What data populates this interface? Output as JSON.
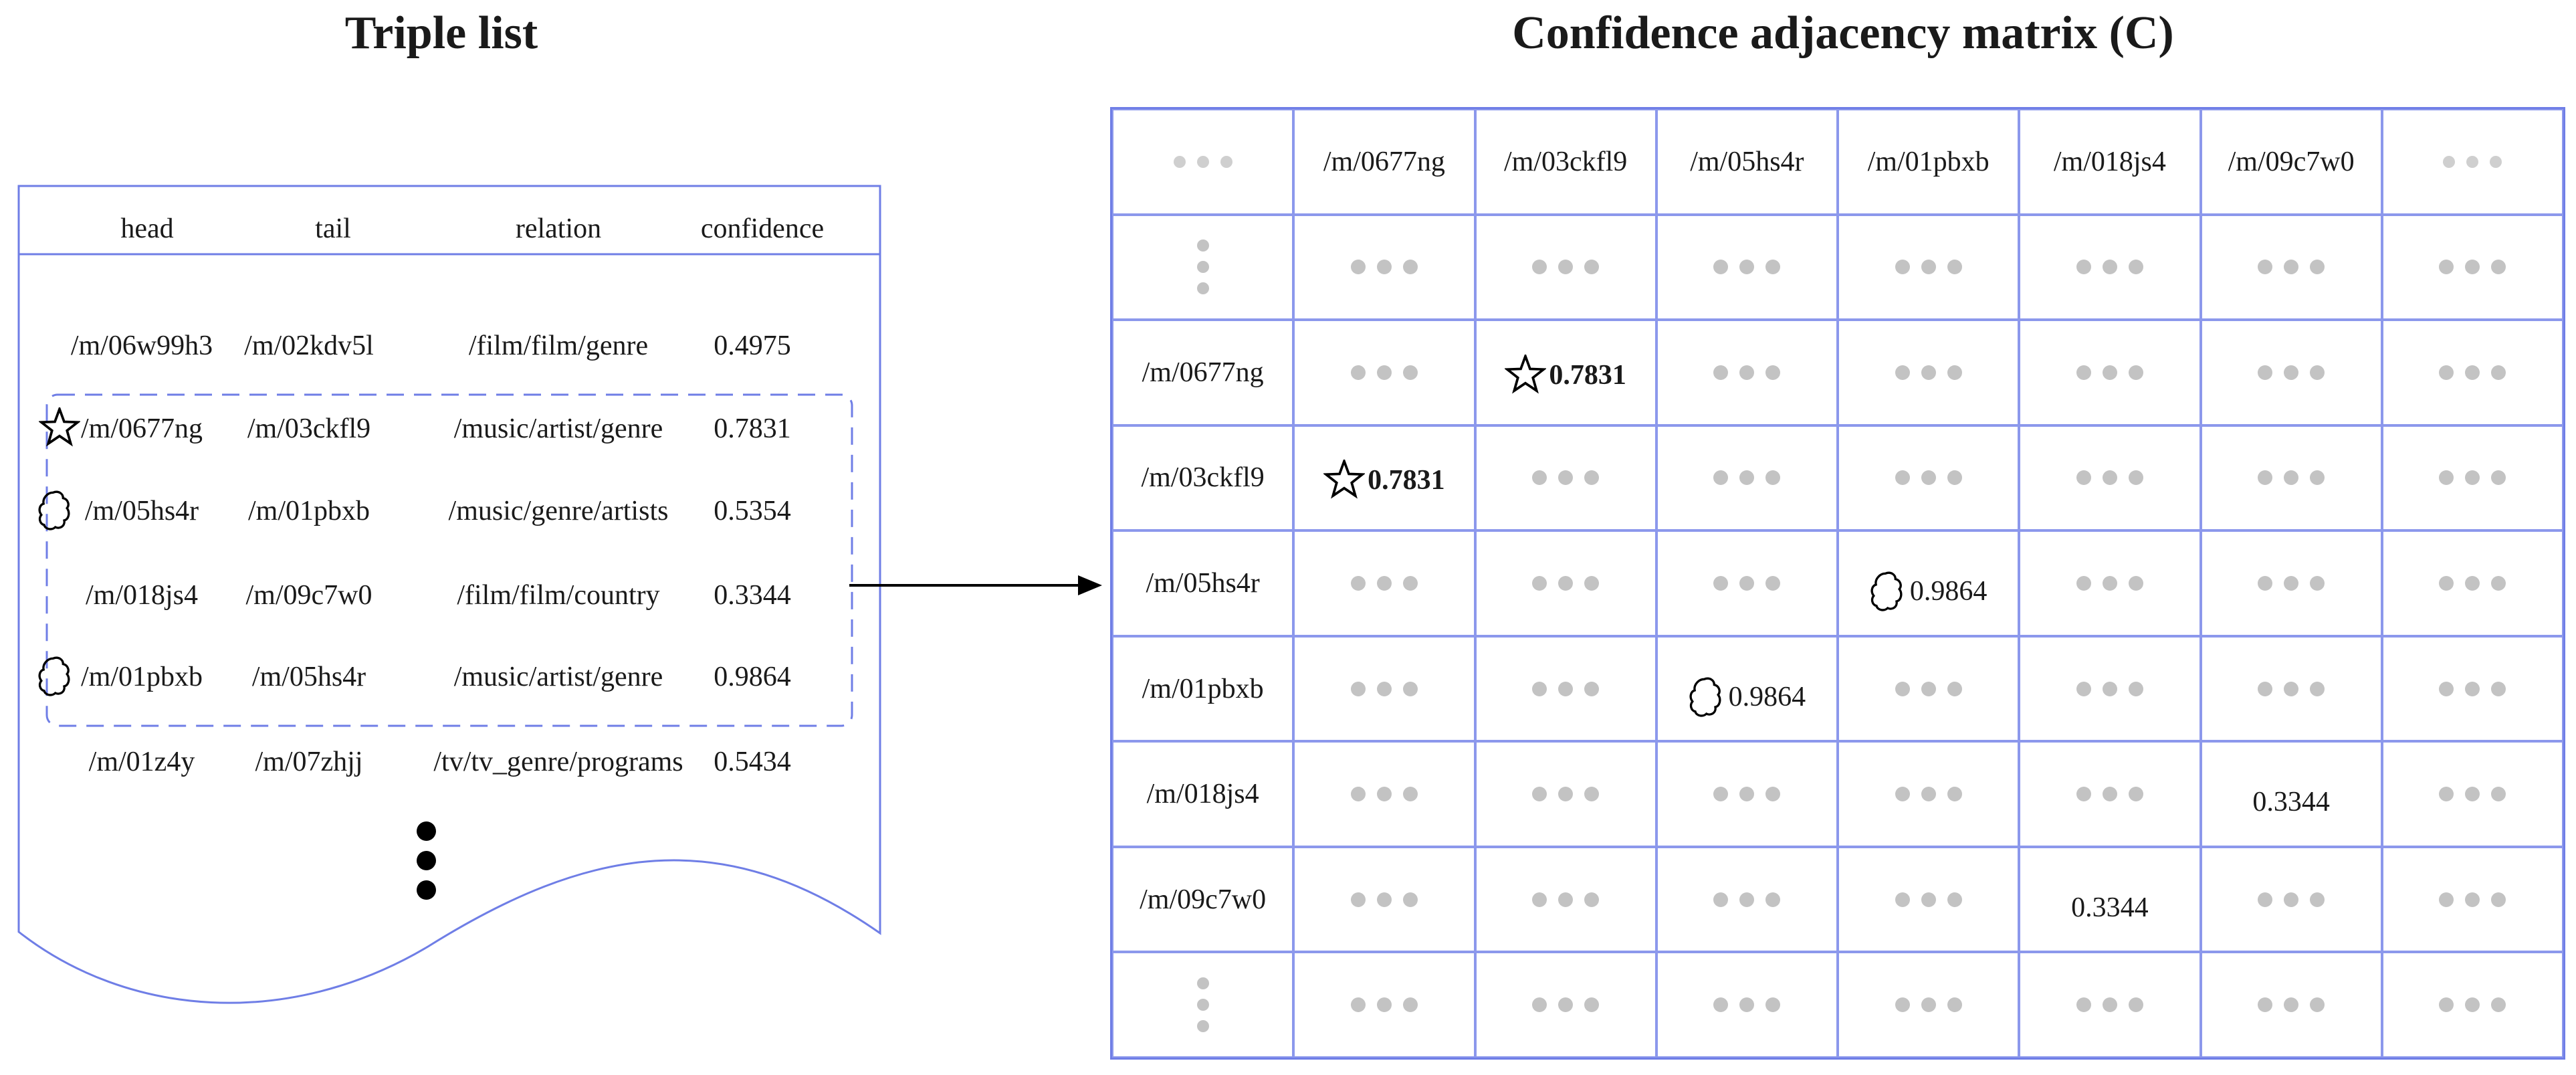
{
  "titles": {
    "triple_list": "Triple list",
    "matrix": "Confidence adjacency matrix  (C)"
  },
  "triple_list": {
    "headers": [
      "head",
      "tail",
      "relation",
      "confidence"
    ],
    "rows": [
      {
        "head": "/m/06w99h3",
        "tail": "/m/02kdv5l",
        "relation": "/film/film/genre",
        "confidence": "0.4975",
        "marker": "none"
      },
      {
        "head": "/m/0677ng",
        "tail": "/m/03ckfl9",
        "relation": "/music/artist/genre",
        "confidence": "0.7831",
        "marker": "star-icon"
      },
      {
        "head": "/m/05hs4r",
        "tail": "/m/01pbxb",
        "relation": "/music/genre/artists",
        "confidence": "0.5354",
        "marker": "cloud-icon"
      },
      {
        "head": "/m/018js4",
        "tail": "/m/09c7w0",
        "relation": "/film/film/country",
        "confidence": "0.3344",
        "marker": "none"
      },
      {
        "head": "/m/01pbxb",
        "tail": "/m/05hs4r",
        "relation": "/music/artist/genre",
        "confidence": "0.9864",
        "marker": "cloud-icon"
      },
      {
        "head": "/m/01z4y",
        "tail": "/m/07zhjj",
        "relation": "/tv/tv_genre/programs",
        "confidence": "0.5434",
        "marker": "none"
      }
    ],
    "continuation": "vertical-ellipsis-icon"
  },
  "matrix": {
    "corner": "ellipsis-icon",
    "columns": [
      "/m/0677ng",
      "/m/03ckfl9",
      "/m/05hs4r",
      "/m/01pbxb",
      "/m/018js4",
      "/m/09c7w0"
    ],
    "rows": [
      "/m/0677ng",
      "/m/03ckfl9",
      "/m/05hs4r",
      "/m/01pbxb",
      "/m/018js4",
      "/m/09c7w0"
    ],
    "values": [
      {
        "row": "/m/0677ng",
        "col": "/m/03ckfl9",
        "value": "0.7831",
        "marker": "star-icon",
        "bold": true
      },
      {
        "row": "/m/03ckfl9",
        "col": "/m/0677ng",
        "value": "0.7831",
        "marker": "star-icon",
        "bold": true
      },
      {
        "row": "/m/05hs4r",
        "col": "/m/01pbxb",
        "value": "0.9864",
        "marker": "cloud-icon",
        "bold": false
      },
      {
        "row": "/m/01pbxb",
        "col": "/m/05hs4r",
        "value": "0.9864",
        "marker": "cloud-icon",
        "bold": false
      },
      {
        "row": "/m/018js4",
        "col": "/m/09c7w0",
        "value": "0.3344",
        "marker": "none",
        "bold": false
      },
      {
        "row": "/m/09c7w0",
        "col": "/m/018js4",
        "value": "0.3344",
        "marker": "none",
        "bold": false
      }
    ],
    "empty_cell": "ellipsis-icon"
  },
  "colors": {
    "border": "#6f7ee6",
    "grid": "#8c98ec",
    "dots": "#c3c3c3",
    "text": "#1a1a1a"
  }
}
